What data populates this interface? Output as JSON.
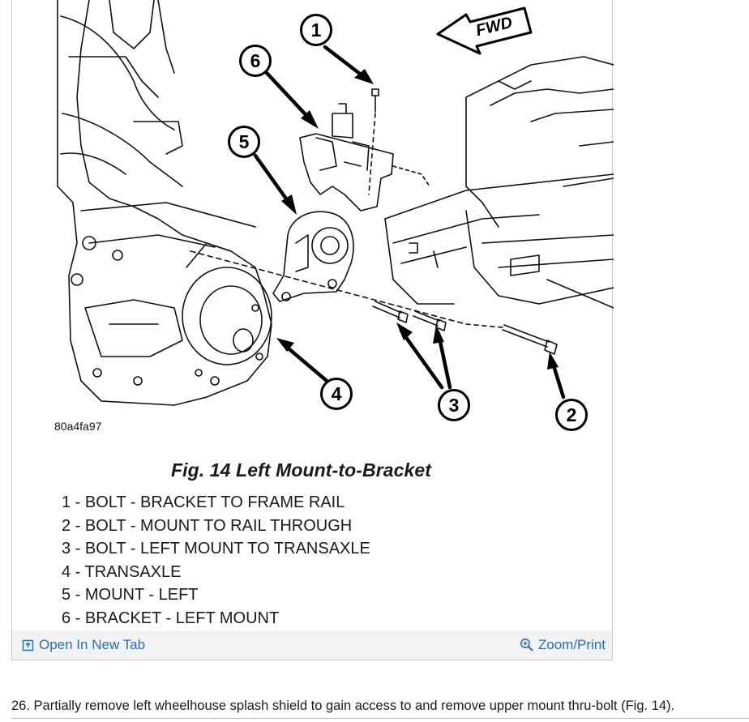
{
  "figure": {
    "code": "80a4fa97",
    "fwd_label": "FWD",
    "callouts": [
      "1",
      "2",
      "3",
      "4",
      "5",
      "6"
    ],
    "caption": "Fig. 14 Left Mount-to-Bracket",
    "legend": [
      "1 - BOLT - BRACKET TO FRAME RAIL",
      "2 - BOLT - MOUNT TO RAIL THROUGH",
      "3 - BOLT - LEFT MOUNT TO TRANSAXLE",
      "4 - TRANSAXLE",
      "5 - MOUNT - LEFT",
      "6 - BRACKET - LEFT MOUNT"
    ]
  },
  "footer": {
    "open_new_tab_label": "Open In New Tab",
    "open_new_tab_icon": "open-external-icon",
    "zoom_print_label": "Zoom/Print",
    "zoom_print_icon": "zoom-in-icon",
    "link_color": "#2a6fb0"
  },
  "step": {
    "text": "26. Partially remove left wheelhouse splash shield to gain access to and remove upper mount thru-bolt (Fig. 14)."
  }
}
